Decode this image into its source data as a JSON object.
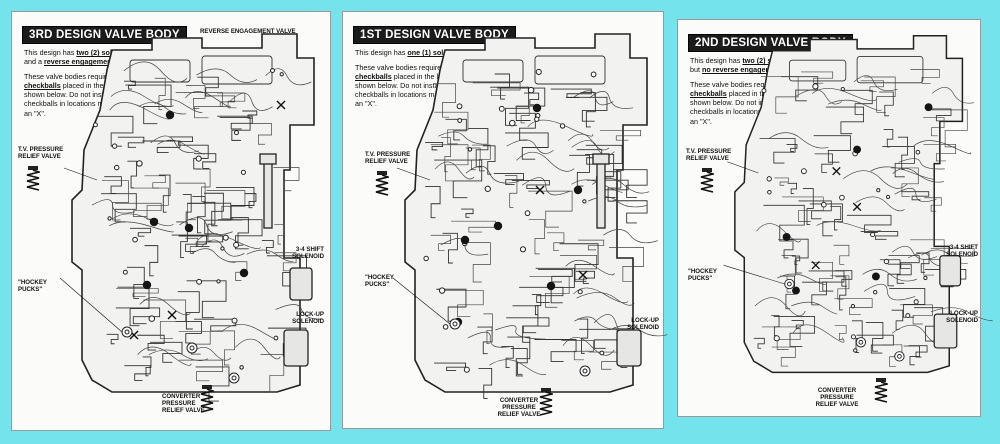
{
  "panels": [
    {
      "title": "3RD DESIGN VALVE BODY",
      "desc_line1_pre": "This design has ",
      "desc_line1_u": "two (2) solenoids",
      "desc_line1_mid": ", and a ",
      "desc_line1_u2": "reverse engagement valve",
      "desc_line1_post": ".",
      "desc_p2_pre": "These valve bodies require ",
      "desc_p2_u": "four (4) checkballs",
      "desc_p2_post": " placed in the locations shown below.  Do not install checkballs in locations marked with an \"X\".",
      "labels": {
        "tv": "T.V. PRESSURE\nRELIEF VALVE",
        "hockey": "\"HOCKEY\nPUCKS\"",
        "shift": "3-4 SHIFT\nSOLENOID",
        "lockup": "LOCK-UP\nSOLENOID",
        "converter": "CONVERTER\nPRESSURE\nRELIEF VALVE",
        "reverse": "REVERSE ENGAGEMENT VALVE"
      }
    },
    {
      "title": "1ST DESIGN VALVE BODY",
      "desc_line1_pre": "This design has ",
      "desc_line1_u": "one (1) solenoid",
      "desc_line1_mid": ".",
      "desc_line1_u2": "",
      "desc_line1_post": "",
      "desc_p2_pre": "These valve bodies require ",
      "desc_p2_u": "six (6) checkballs",
      "desc_p2_post": " placed in the locations shown below.  Do not install checkballs in locations marked with an \"X\".",
      "labels": {
        "tv": "T.V. PRESSURE\nRELIEF VALVE",
        "hockey": "\"HOCKEY\nPUCKS\"",
        "lockup": "LOCK-UP\nSOLENOID",
        "converter": "CONVERTER\nPRESSURE\nRELIEF VALVE"
      }
    },
    {
      "title": "2ND DESIGN VALVE BODY",
      "desc_line1_pre": "This design has ",
      "desc_line1_u": "two (2) solenoids",
      "desc_line1_mid": ", but ",
      "desc_line1_u2": "no reverse engagement valve",
      "desc_line1_post": ".",
      "desc_p2_pre": "These valve bodies require ",
      "desc_p2_u": "five (5) checkballs",
      "desc_p2_post": " placed in the locations shown below.  Do not install checkballs in locations marked with an \"X\".",
      "labels": {
        "tv": "T.V. PRESSURE\nRELIEF VALVE",
        "hockey": "\"HOCKEY\nPUCKS\"",
        "shift": "3-4 SHIFT\nSOLENOID",
        "lockup": "LOCK-UP\nSOLENOID",
        "converter": "CONVERTER\nPRESSURE\nRELIEF VALVE"
      }
    }
  ],
  "colors": {
    "background": "#74e3ec",
    "panel": "#fbfbfa",
    "ink": "#111111"
  }
}
